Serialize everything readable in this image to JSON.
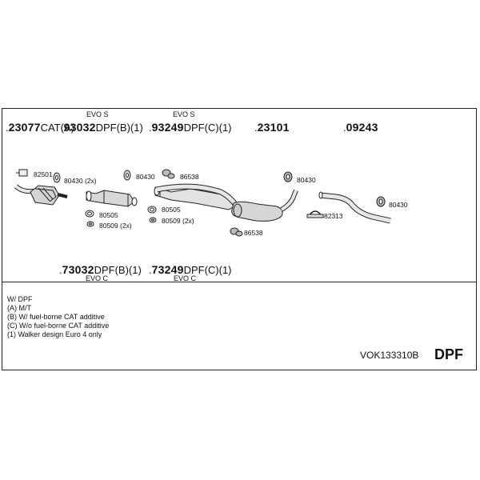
{
  "top_codes": [
    {
      "prefix": ".",
      "number": "23077",
      "suffix": "CAT(A)"
    },
    {
      "prefix": ".",
      "number": "93032",
      "suffix": "DPF(B)(1)"
    },
    {
      "prefix": ".",
      "number": "93249",
      "suffix": "DPF(C)(1)"
    },
    {
      "prefix": ".",
      "number": "23101",
      "suffix": ""
    },
    {
      "prefix": ".",
      "number": "09243",
      "suffix": ""
    }
  ],
  "top_evo": [
    "EVO S",
    "EVO S"
  ],
  "bottom_codes": [
    {
      "prefix": ".",
      "number": "73032",
      "suffix": "DPF(B)(1)"
    },
    {
      "prefix": ".",
      "number": "73249",
      "suffix": "DPF(C)(1)"
    }
  ],
  "bottom_evo": [
    "EVO C",
    "EVO C"
  ],
  "callouts": {
    "c82501": "82501",
    "c80430a": "80430 (2x)",
    "c80430b": "80430",
    "c86538a": "86538",
    "c80505a": "80505",
    "c80509a": "80509 (2x)",
    "c80505b": "80505",
    "c80509b": "80509 (2x)",
    "c86538b": "86538",
    "c80430c": "80430",
    "c82313": "82313",
    "c80430d": "80430"
  },
  "notes": [
    "W/ DPF",
    "(A) M/T",
    "(B) W/ fuel-borne CAT additive",
    "(C) W/o fuel-borne CAT additive",
    "(1) Walker design Euro 4 only"
  ],
  "reference": "VOK133310B",
  "type_label": "DPF"
}
